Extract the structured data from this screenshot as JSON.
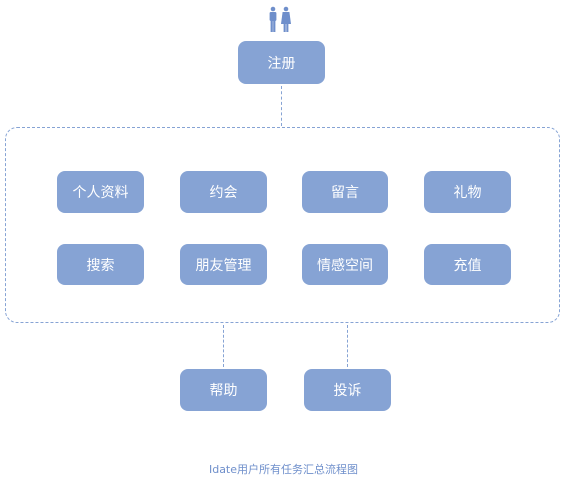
{
  "diagram": {
    "caption": "Idate用户所有任务汇总流程图",
    "start": {
      "icon": "people-icon",
      "label": "注册"
    },
    "tasks_row1": [
      {
        "label": "个人资料"
      },
      {
        "label": "约会"
      },
      {
        "label": "留言"
      },
      {
        "label": "礼物"
      }
    ],
    "tasks_row2": [
      {
        "label": "搜索"
      },
      {
        "label": "朋友管理"
      },
      {
        "label": "情感空间"
      },
      {
        "label": "充值"
      }
    ],
    "bottom": [
      {
        "label": "帮助"
      },
      {
        "label": "投诉"
      }
    ],
    "colors": {
      "node_fill": "#86a3d4",
      "node_text": "#ffffff",
      "connector": "#86a3d4",
      "icon": "#6f8fcb",
      "caption": "#6f8fcb"
    }
  }
}
